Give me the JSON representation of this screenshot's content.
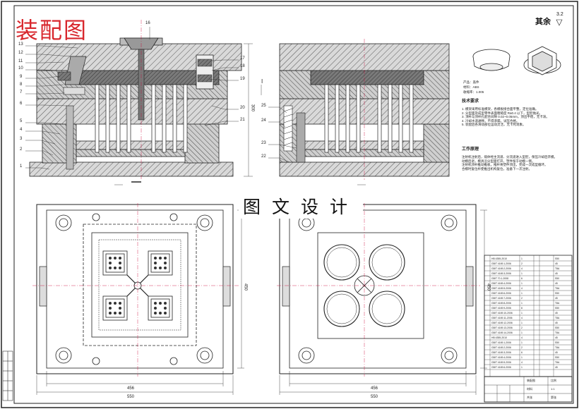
{
  "title": "装配图",
  "banner": "图文设计",
  "surface_note": {
    "label": "其余",
    "value": "3.2"
  },
  "part_callouts": [
    "1",
    "2",
    "3",
    "4",
    "5",
    "6",
    "7",
    "8",
    "9",
    "10",
    "11",
    "12",
    "13",
    "16",
    "17",
    "18",
    "19",
    "20",
    "21",
    "22",
    "23",
    "24",
    "25"
  ],
  "section_mark": "I",
  "dimensions": {
    "width_outer": "550",
    "width_inner": "456",
    "height_inner": "450",
    "height_section": "300"
  },
  "product_info": {
    "name": "产品：盖件",
    "material": "材料：ABS",
    "shrinkage": "收缩率：1.005"
  },
  "tech_requirements": {
    "heading": "技术要求",
    "lines": [
      "1. 模架采用标准模架，各模板接合面平整，定位准确。",
      "2. 分型面及成型零件表面粗糙度 Ra0.4 以下，型腔抛光。",
      "3. 顶杆与顶杆孔配合间隙 0.02~0.05mm，顶出平稳，无卡滞。",
      "4. 冷却水道通畅，不得渗漏，试压合格。",
      "5. 装配后各滑动部位运动灵活，无卡死现象。"
    ]
  },
  "working_principle": {
    "heading": "工作原理",
    "lines": [
      "注射机注射后，熔体经主流道、分流道进入型腔，保压冷却后开模。",
      "动模后退，模具沿分型面打开，塑件留于动模一侧。",
      "注射机顶杆推动推板，推杆将塑件顶出，完成一次成型循环。",
      "合模时复位杆使推出机构复位，准备下一次注射。"
    ]
  },
  "title_block": {
    "cell_a": "装配图",
    "cell_b": "比例",
    "cell_c": "1:1",
    "cell_d": "材料",
    "cell_e": "共张",
    "cell_f": "第张"
  }
}
